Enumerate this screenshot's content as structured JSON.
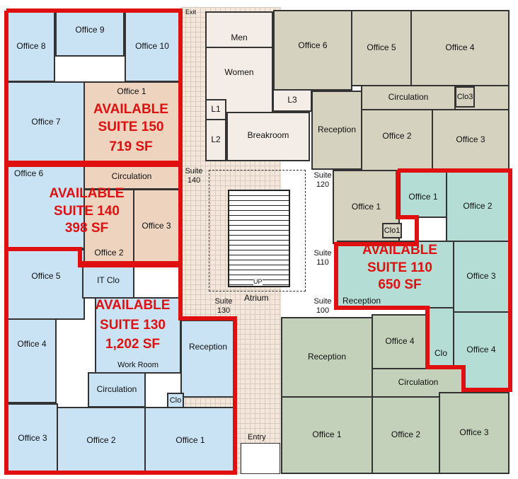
{
  "core": {
    "exit": "Exit",
    "men": "Men",
    "women": "Women",
    "l1": "L1",
    "l2": "L2",
    "l3": "L3",
    "breakroom": "Breakroom",
    "atrium": "Atrium",
    "up": "UP",
    "entry": "Entry",
    "suite140": "Suite 140",
    "suite120": "Suite 120",
    "suite110": "Suite 110",
    "suite130": "Suite 130",
    "suite100": "Suite 100"
  },
  "suite150": {
    "available": "AVAILABLE",
    "name": "SUITE 150",
    "area": "719 SF",
    "rooms": [
      "Office 8",
      "Office 9",
      "Office 10",
      "Office 7",
      "Office 1"
    ]
  },
  "suite140": {
    "available": "AVAILABLE",
    "name": "SUITE 140",
    "area": "398 SF",
    "rooms": [
      "Office 6",
      "Circulation",
      "Office 2",
      "Office 3"
    ]
  },
  "suite130": {
    "available": "AVAILABLE",
    "name": "SUITE 130",
    "area": "1,202 SF",
    "rooms": [
      "Office 5",
      "IT Clo",
      "Work Room",
      "Office 4",
      "Reception",
      "Circulation",
      "Clo",
      "Office 3",
      "Office 2",
      "Office 1"
    ]
  },
  "suite120": {
    "rooms": [
      "Office 6",
      "Office 5",
      "Office 4",
      "Circulation",
      "Clo3",
      "Reception",
      "Office 2",
      "Office 3",
      "Office 1",
      "Clo1"
    ]
  },
  "suite110": {
    "available": "AVAILABLE",
    "name": "SUITE 110",
    "area": "650 SF",
    "rooms": [
      "Office 1",
      "Office 2",
      "Reception",
      "Office 3",
      "Office 4",
      "Clo"
    ]
  },
  "suite100": {
    "rooms": [
      "Reception",
      "Office 4",
      "Circulation",
      "Office 1",
      "Office 2",
      "Office 3"
    ]
  },
  "colors": {
    "available_outline": "#e01010",
    "suite150": "#c9e3f5",
    "suite120": "#d5d2c0",
    "suite110": "#b4ded5",
    "suite100": "#c3d0ba"
  }
}
